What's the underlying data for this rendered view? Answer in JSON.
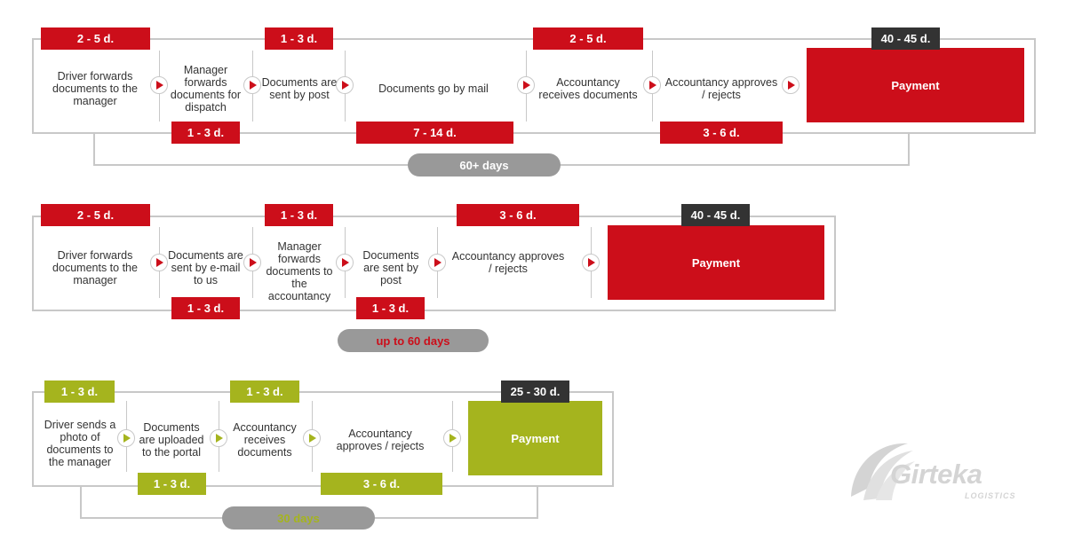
{
  "colors": {
    "red": "#cc0e1a",
    "green": "#a5b41e",
    "dark": "#333333",
    "grey_pill": "#999999",
    "line": "#c8c8c8"
  },
  "row1": {
    "steps": [
      "Driver forwards documents to the manager",
      "Manager forwards documents for dispatch",
      "Documents are sent by post",
      "Documents go by mail",
      "Accountancy receives documents",
      "Accountancy approves / rejects"
    ],
    "payment": "Payment",
    "top_tags": [
      "2 - 5 d.",
      "1 - 3 d.",
      "2 - 5 d."
    ],
    "bottom_tags": [
      "1 - 3 d.",
      "7 - 14 d.",
      "3 - 6 d."
    ],
    "payment_tag": "40 - 45 d.",
    "total": "60+ days",
    "total_color": "#ffffff"
  },
  "row2": {
    "steps": [
      "Driver forwards documents to the manager",
      "Documents are sent by e-mail to us",
      "Manager forwards documents to the accountancy",
      "Documents are sent by post",
      "Accountancy approves / rejects"
    ],
    "payment": "Payment",
    "top_tags": [
      "2 - 5 d.",
      "1 - 3 d.",
      "3 - 6 d."
    ],
    "bottom_tags": [
      "1 - 3 d.",
      "1 - 3 d."
    ],
    "payment_tag": "40 - 45 d.",
    "total": "up to 60 days",
    "total_color": "#cc0e1a"
  },
  "row3": {
    "steps": [
      "Driver sends a photo of documents to the manager",
      "Documents are uploaded to the portal",
      "Accountancy receives documents",
      "Accountancy approves / rejects"
    ],
    "payment": "Payment",
    "top_tags": [
      "1 - 3 d.",
      "1 - 3 d."
    ],
    "bottom_tags": [
      "1 - 3 d.",
      "3 - 6 d."
    ],
    "payment_tag": "25 - 30 d.",
    "total": "30 days",
    "total_color": "#a5b41e"
  },
  "logo": {
    "name": "Girteka",
    "sub": "LOGISTICS",
    "icon": "girteka-swoosh-icon"
  }
}
